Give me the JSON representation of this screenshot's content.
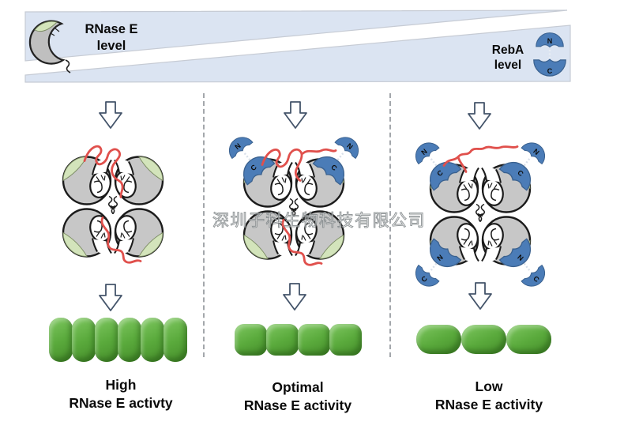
{
  "banner": {
    "left_label": {
      "line1": "RNase E",
      "line2": "level"
    },
    "right_label": {
      "line1": "RebA",
      "line2": "level"
    }
  },
  "domain_letters": {
    "n": "N",
    "c": "C"
  },
  "watermark": {
    "text": "深圳子科生物科技有限公司"
  },
  "panels": [
    {
      "id": "high",
      "label_line1": "High",
      "label_line2": "RNase E activty",
      "cell_count": 6
    },
    {
      "id": "optimal",
      "label_line1": "Optimal",
      "label_line2": "RNase E activity",
      "cell_count": 4
    },
    {
      "id": "low",
      "label_line1": "Low",
      "label_line2": "RNase E activity",
      "cell_count": 3
    }
  ],
  "colors": {
    "banner_bg": "#dbe4f2",
    "banner_border": "#c6cbd4",
    "domain_blue": "#4b7cb7",
    "protein_gray": "#c7c7c7",
    "patch_green": "#d3e4bb",
    "rna_red": "#e0504c",
    "cell_green": "#58a93a",
    "arrow_outline": "#44546a",
    "watermark_gray": "#9aa0a2"
  }
}
